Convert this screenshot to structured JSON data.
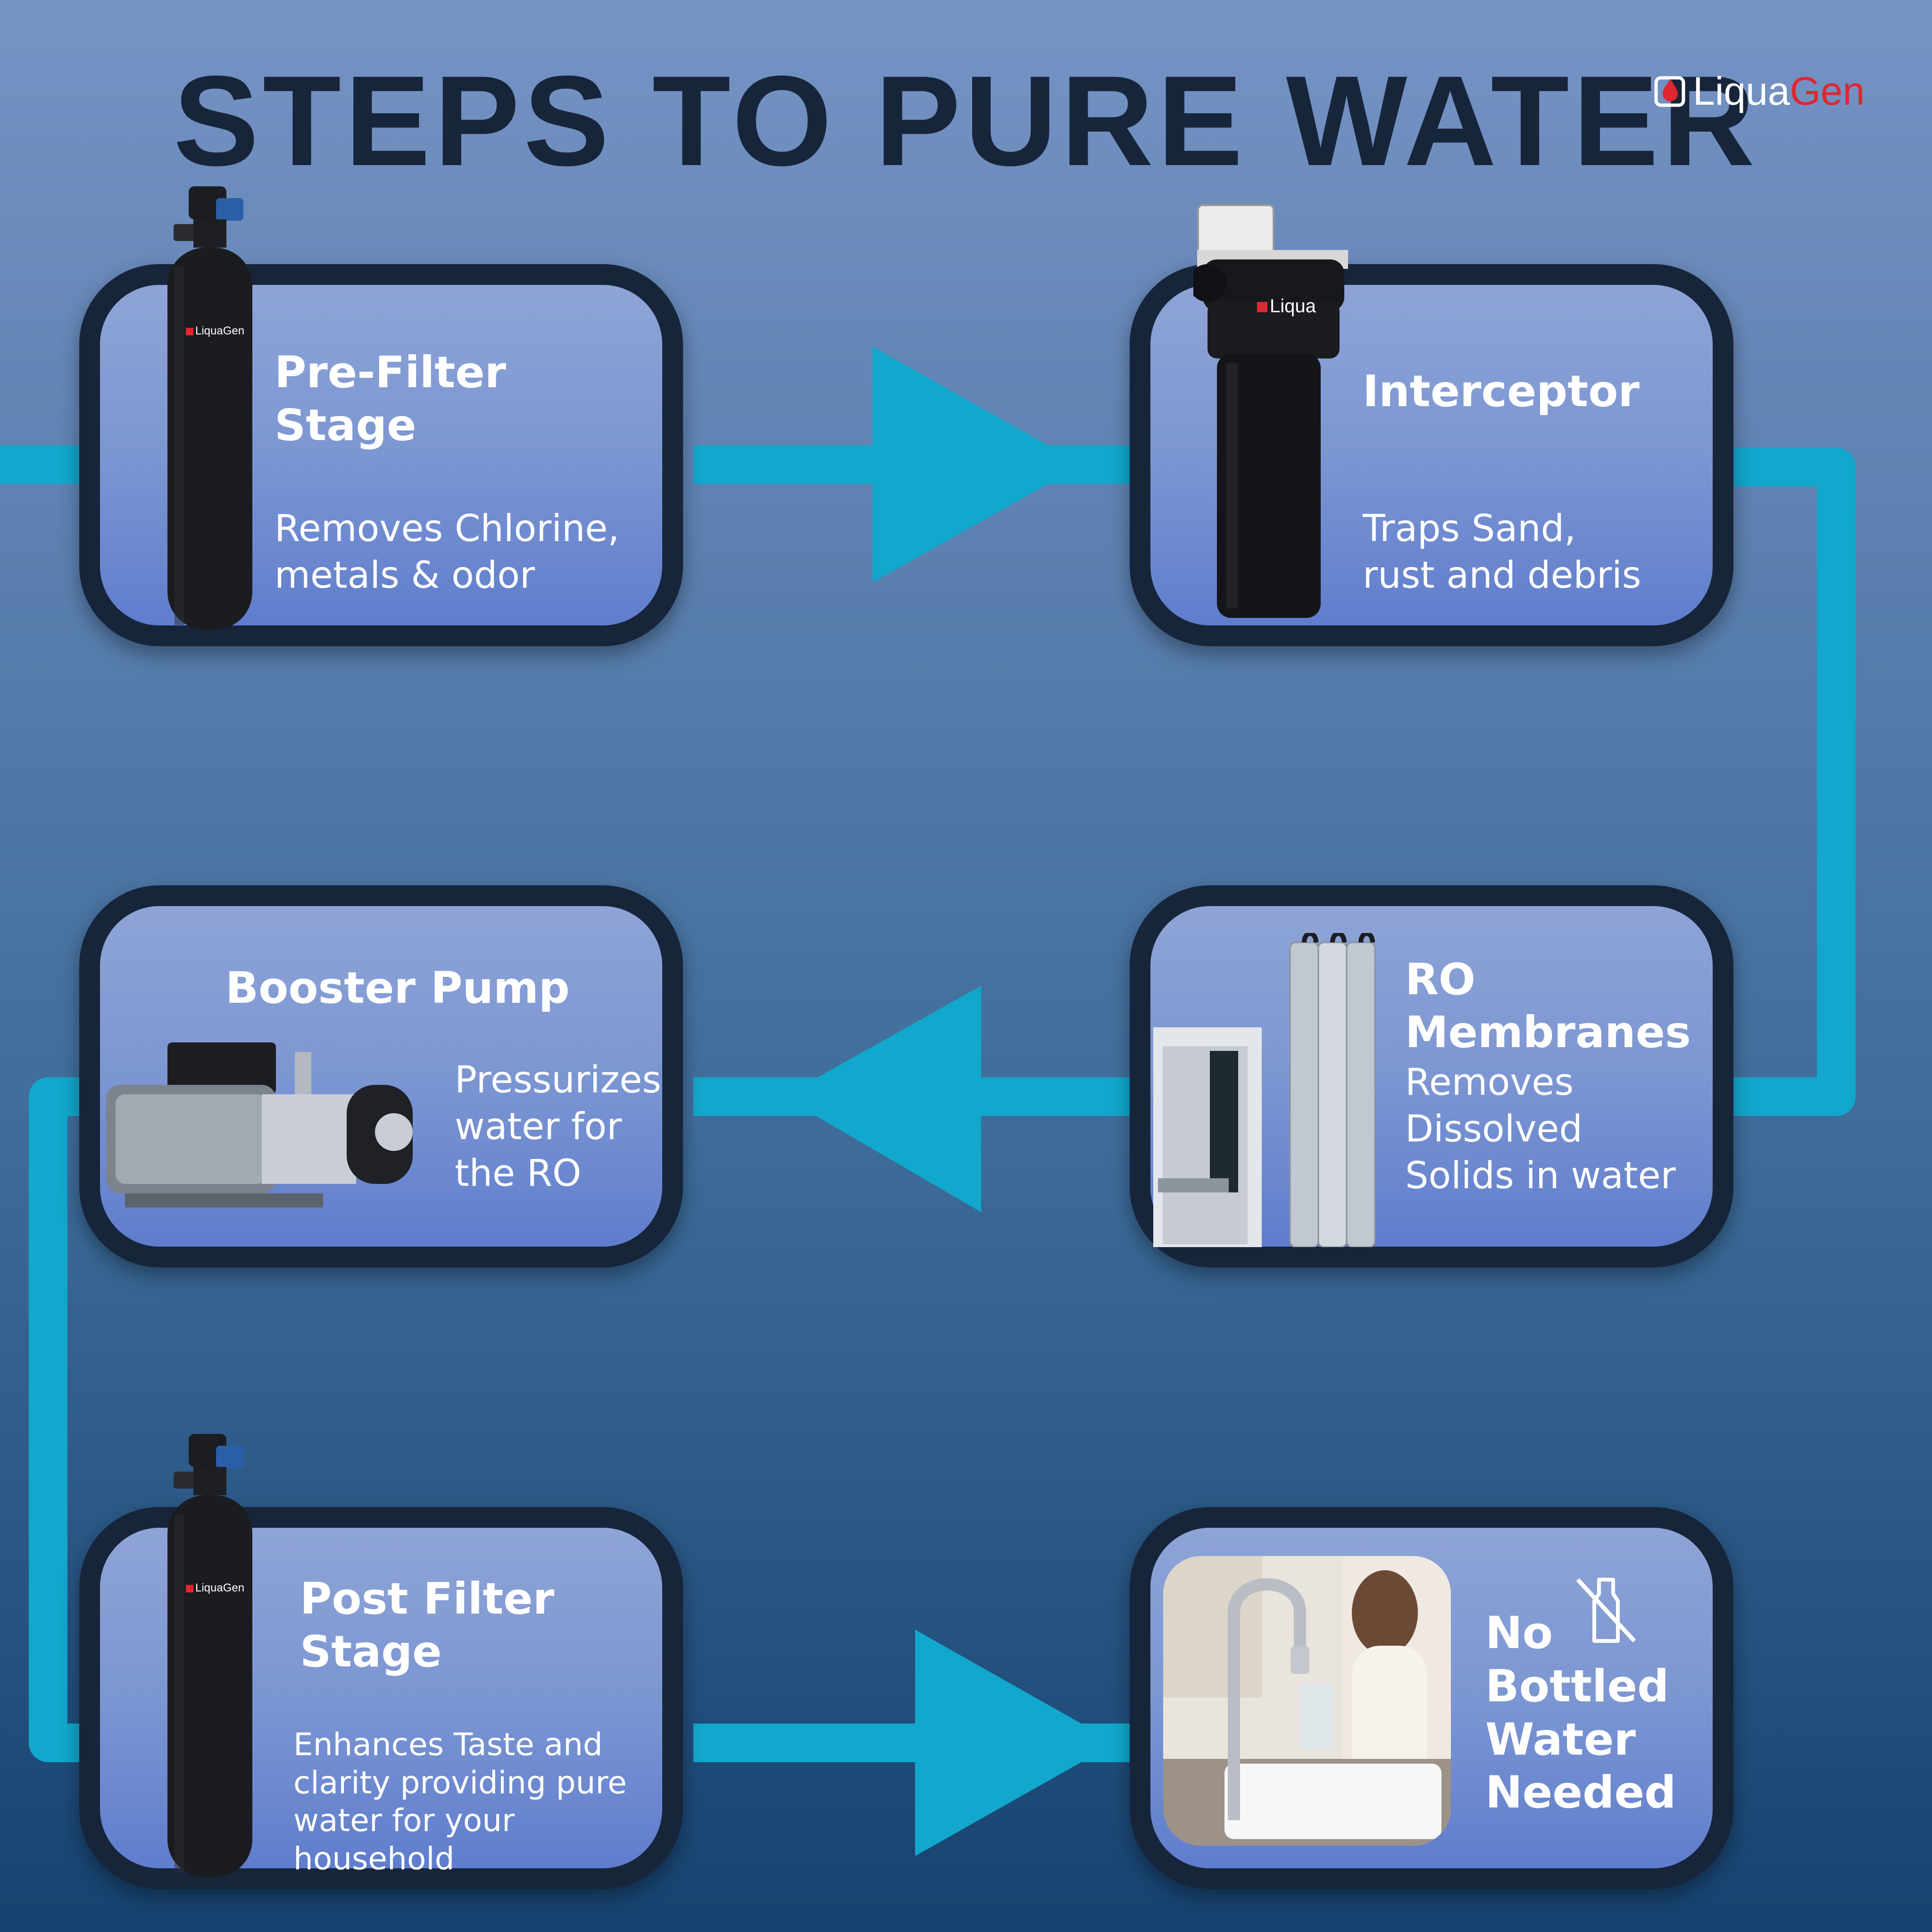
{
  "title": "STEPS TO PURE WATER",
  "logo": {
    "part1": "Liqua",
    "part2": "Gen",
    "brand_red": "#e0262f"
  },
  "colors": {
    "pipe": "#12a7cc",
    "card_border": "#17253b",
    "title": "#17253b"
  },
  "steps": [
    {
      "title": "Pre-Filter\nStage",
      "description": "Removes Chlorine,\nmetals & odor",
      "icon": "filter-tank-icon"
    },
    {
      "title": "Interceptor",
      "description": "Traps Sand,\nrust and debris",
      "icon": "cartridge-filter-icon"
    },
    {
      "title": "RO\nMembranes",
      "description": "Removes\nDissolved\nSolids in water",
      "icon": "ro-membrane-icon"
    },
    {
      "title": "Booster Pump",
      "description": "Pressurizes\nwater for\nthe RO",
      "icon": "pump-icon"
    },
    {
      "title": "Post Filter\nStage",
      "description": "Enhances Taste and\nclarity providing pure\nwater for your household",
      "icon": "filter-tank-icon"
    },
    {
      "title": "No\nBottled\nWater\nNeeded",
      "icon": "no-bottle-icon"
    }
  ]
}
